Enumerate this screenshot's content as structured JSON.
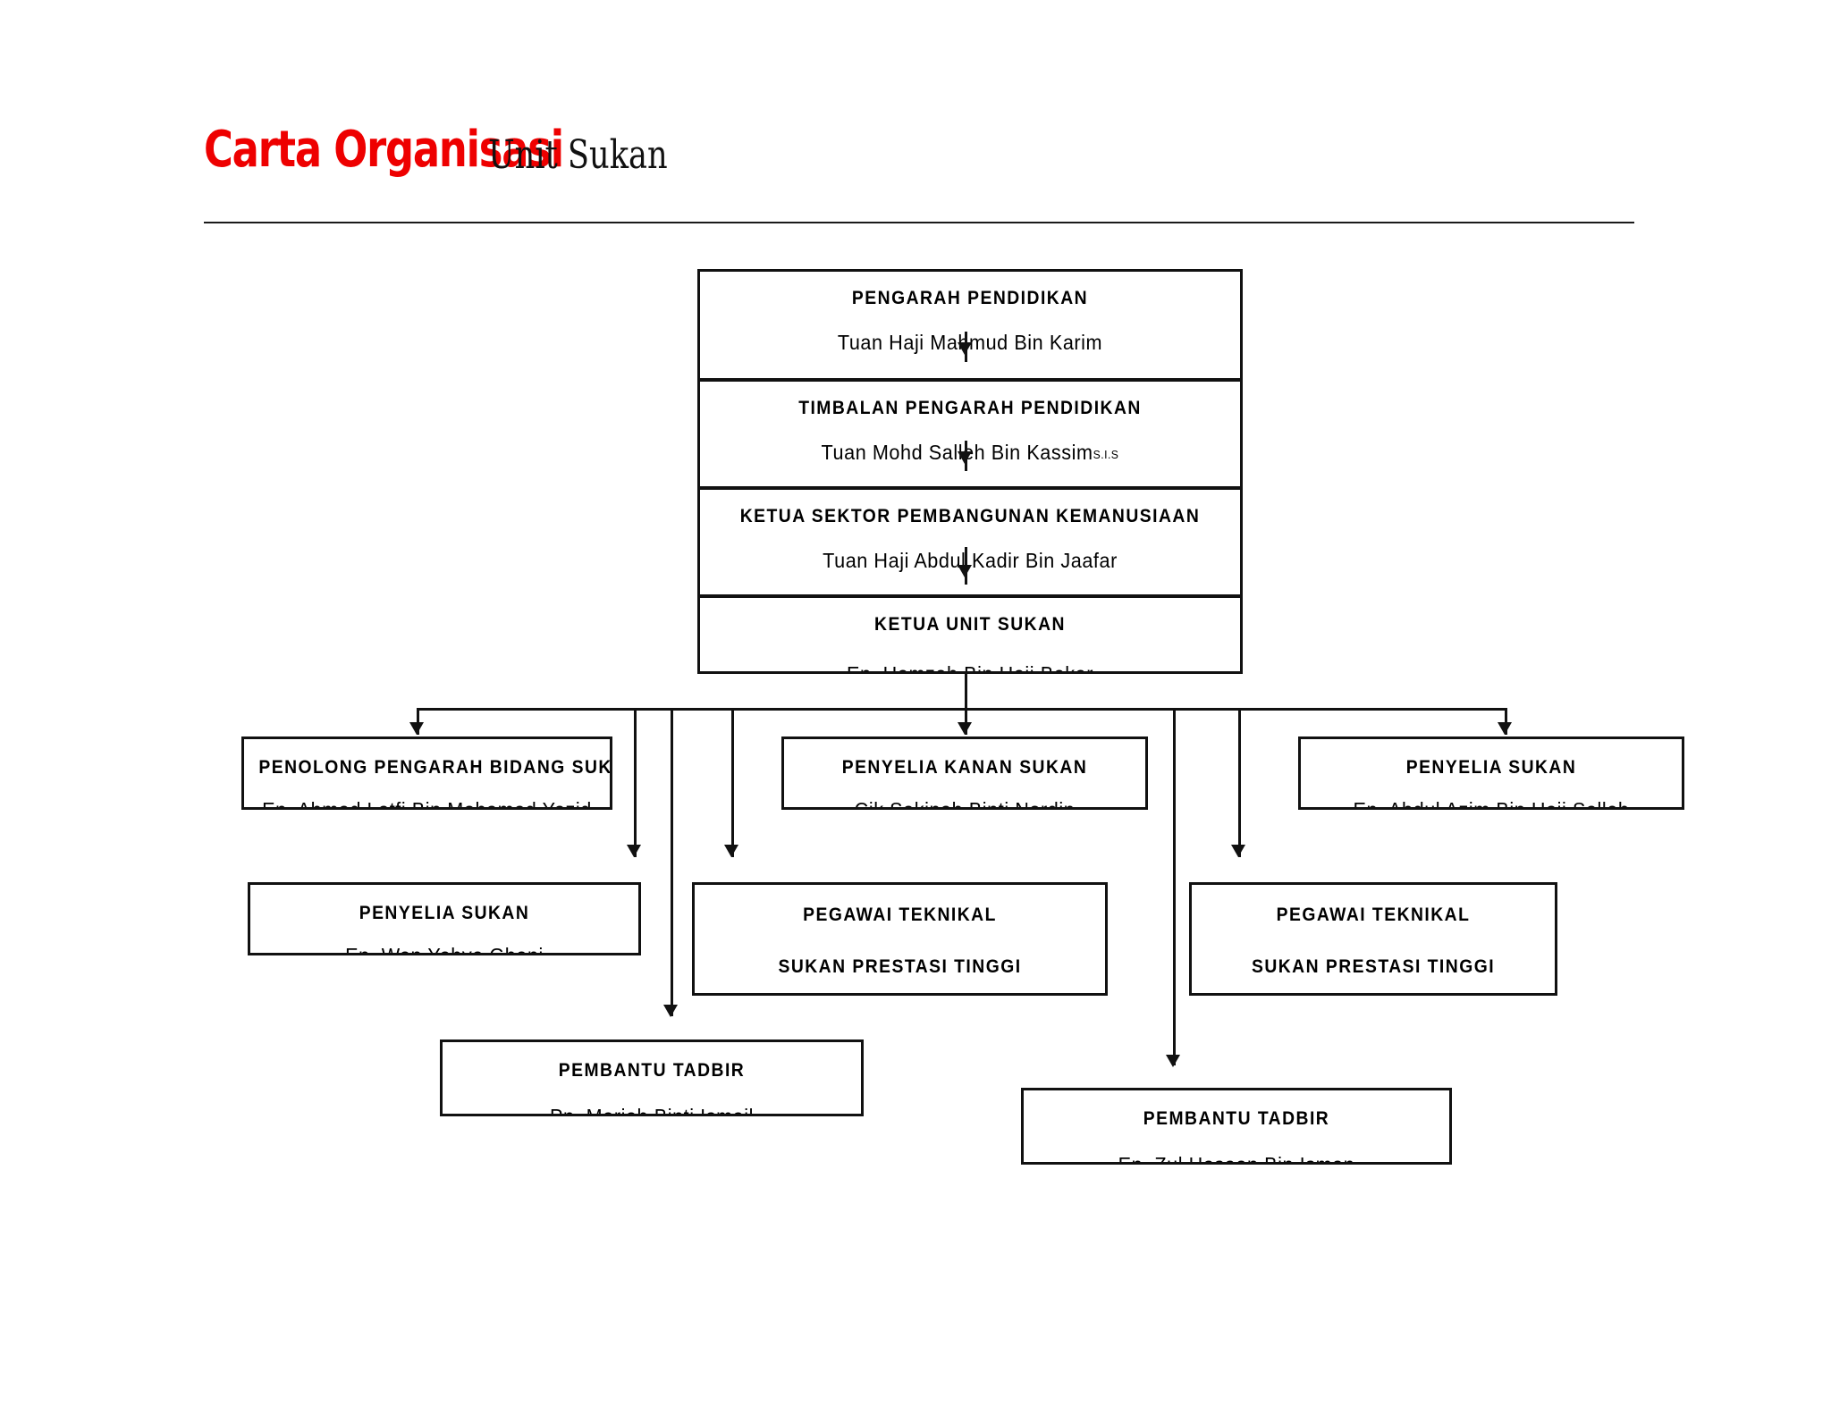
{
  "header": {
    "title_main": "Carta Organisasi",
    "title_sub": "Unit Sukan",
    "title_color": "#ee0000",
    "rule_color": "#1a1a1a"
  },
  "chain": [
    {
      "id": "pengarah-pendidikan",
      "title": "PENGARAH  PENDIDIKAN",
      "name": "Tuan  Haji  Mahmud  Bin  Karim",
      "suffix": ""
    },
    {
      "id": "timbalan-pengarah-pendidikan",
      "title": "TIMBALAN  PENGARAH  PENDIDIKAN",
      "name": "Tuan  Mohd  Salleh  Bin  Kassim",
      "suffix": "S.I.S"
    },
    {
      "id": "ketua-sektor-pembangunan-kemanusiaan",
      "title": "KETUA  SEKTOR  PEMBANGUNAN  KEMANUSIAAN",
      "name": "Tuan  Haji  Abdul  Kadir  Bin  Jaafar",
      "suffix": ""
    },
    {
      "id": "ketua-unit-sukan",
      "title": "KETUA  UNIT  SUKAN",
      "name": "En. Hamzah  Bin  Haji  Bakar",
      "suffix": ""
    }
  ],
  "row2": [
    {
      "id": "penolong-pengarah-bidang-sukan",
      "title": "PENOLONG  PENGARAH  BIDANG  SUKAN",
      "name": "En. Ahmad  Latfi  Bin Mohamad  Yazid"
    },
    {
      "id": "penyelia-kanan-sukan",
      "title": "PENYELIA  KANAN  SUKAN",
      "name": "Cik  Sakinah  Binti  Nordin"
    },
    {
      "id": "penyelia-sukan-kanan-right",
      "title": "PENYELIA  SUKAN",
      "name": "En. Abdul Azim  Bin Haji Salleh"
    }
  ],
  "row3": [
    {
      "id": "penyelia-sukan-left",
      "title": "PENYELIA  SUKAN",
      "name": "En. Wan  Yahya  Ghani"
    },
    {
      "id": "pegawai-teknikal-centre",
      "title": "PEGAWAI  TEKNIKAL",
      "line2": "SUKAN  PRESTASI  TINGGI"
    },
    {
      "id": "pegawai-teknikal-right",
      "title": "PEGAWAI  TEKNIKAL",
      "line2": "SUKAN  PRESTASI  TINGGI"
    }
  ],
  "row4": [
    {
      "id": "pembantu-tadbir-left",
      "title": "PEMBANTU  TADBIR",
      "name": "Pn.  Mariah  Binti  Ismail"
    },
    {
      "id": "pembantu-tadbir-right",
      "title": "PEMBANTU  TADBIR",
      "name": "En.  Zul  Hasaan  Bin  Isman"
    }
  ]
}
